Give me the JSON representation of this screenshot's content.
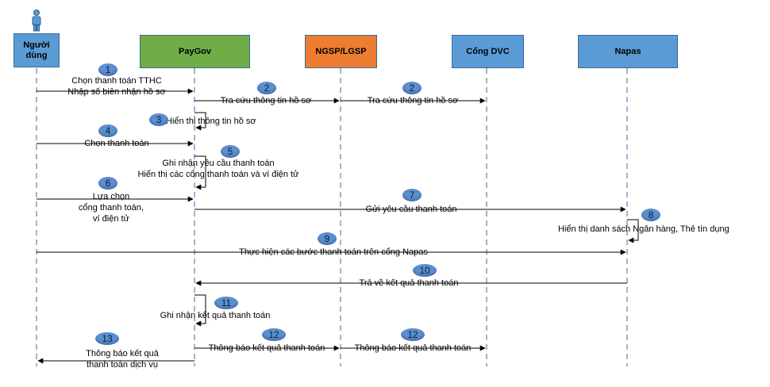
{
  "actors": [
    {
      "id": "user",
      "label": "Người\ndùng",
      "fill": "#5b9bd5"
    },
    {
      "id": "paygov",
      "label": "PayGov",
      "fill": "#70ad47"
    },
    {
      "id": "ngsp",
      "label": "NGSP/LGSP",
      "fill": "#ed7d31"
    },
    {
      "id": "congdvc",
      "label": "Cổng DVC",
      "fill": "#5b9bd5"
    },
    {
      "id": "napas",
      "label": "Napas",
      "fill": "#5b9bd5"
    }
  ],
  "steps": [
    {
      "id": "s1",
      "number": "1",
      "label": "Chọn thanh toán TTHC\nNhập số biên nhận hồ sơ"
    },
    {
      "id": "s2a",
      "number": "2",
      "label": "Tra cứu thông tin hồ sơ"
    },
    {
      "id": "s2b",
      "number": "2",
      "label": "Tra cứu thông tin hồ sơ"
    },
    {
      "id": "s3",
      "number": "3",
      "label": "Hiển thị thông tin hồ sơ"
    },
    {
      "id": "s4",
      "number": "4",
      "label": "Chọn thanh toán"
    },
    {
      "id": "s5",
      "number": "5",
      "label": "Ghi nhận yêu cầu thanh toán\nHiển thị các cổng thanh toán và ví điện tử"
    },
    {
      "id": "s6",
      "number": "6",
      "label": "Lựa chọn\ncổng thanh toán,\nví điện tử"
    },
    {
      "id": "s7",
      "number": "7",
      "label": "Gửi yêu cầu thanh toán"
    },
    {
      "id": "s8",
      "number": "8",
      "label": "Hiển thị danh sách Ngân hàng, Thẻ tín dụng"
    },
    {
      "id": "s9",
      "number": "9",
      "label": "Thực hiện các bước thanh toán trên cổng Napas"
    },
    {
      "id": "s10",
      "number": "10",
      "label": "Trả về kết quả thanh toán"
    },
    {
      "id": "s11",
      "number": "11",
      "label": "Ghi nhận kết quả thanh toán"
    },
    {
      "id": "s12a",
      "number": "12",
      "label": "Thông báo kết quả thanh toán"
    },
    {
      "id": "s12b",
      "number": "12",
      "label": "Thông báo kết quả thanh toán"
    },
    {
      "id": "s13",
      "number": "13",
      "label": "Thông báo kết quả\nthanh toán dịch vụ"
    }
  ],
  "colors": {
    "line": "#000000",
    "lifeline": "#3c6b98",
    "badge": "#5b8fd0"
  }
}
